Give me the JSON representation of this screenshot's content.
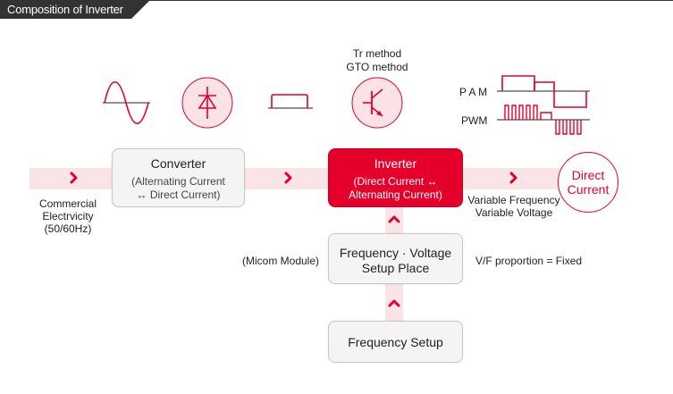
{
  "page": {
    "title": "Composition of Inverter"
  },
  "colors": {
    "accent": "#e4002b",
    "accent_light": "#fbe2e6",
    "band": "#fbe4e7",
    "box_bg": "#f4f4f4",
    "box_border": "#c8c8c8",
    "header_bg": "#333333"
  },
  "labels": {
    "commercial": [
      "Commercial",
      "Electrvicity",
      "(50/60Hz)"
    ],
    "tr_method": "Tr method",
    "gto_method": "GTO method",
    "pam": "P A M",
    "pwm": "PWM",
    "variable": [
      "Variable Frequency",
      "Variable Voltage"
    ],
    "micom": "(Micom Module)",
    "vf": "V/F proportion = Fixed"
  },
  "nodes": {
    "converter": {
      "title": "Converter",
      "lines": [
        "(Alternating Current",
        "↔ Direct Current)"
      ]
    },
    "inverter": {
      "title": "Inverter",
      "lines": [
        "(Direct Current ↔",
        "Alternating Current)"
      ]
    },
    "direct_current": {
      "lines": [
        "Direct",
        "Current"
      ]
    },
    "fv_setup": {
      "lines": [
        "Frequency · Voltage",
        "Setup Place"
      ]
    },
    "freq_setup": {
      "title": "Frequency Setup"
    }
  },
  "icons": [
    "sine-wave-icon",
    "diode-icon",
    "dc-pulse-icon",
    "transistor-icon",
    "pam-waveform-icon",
    "pwm-waveform-icon",
    "chevron-right-icon",
    "chevron-up-icon"
  ]
}
